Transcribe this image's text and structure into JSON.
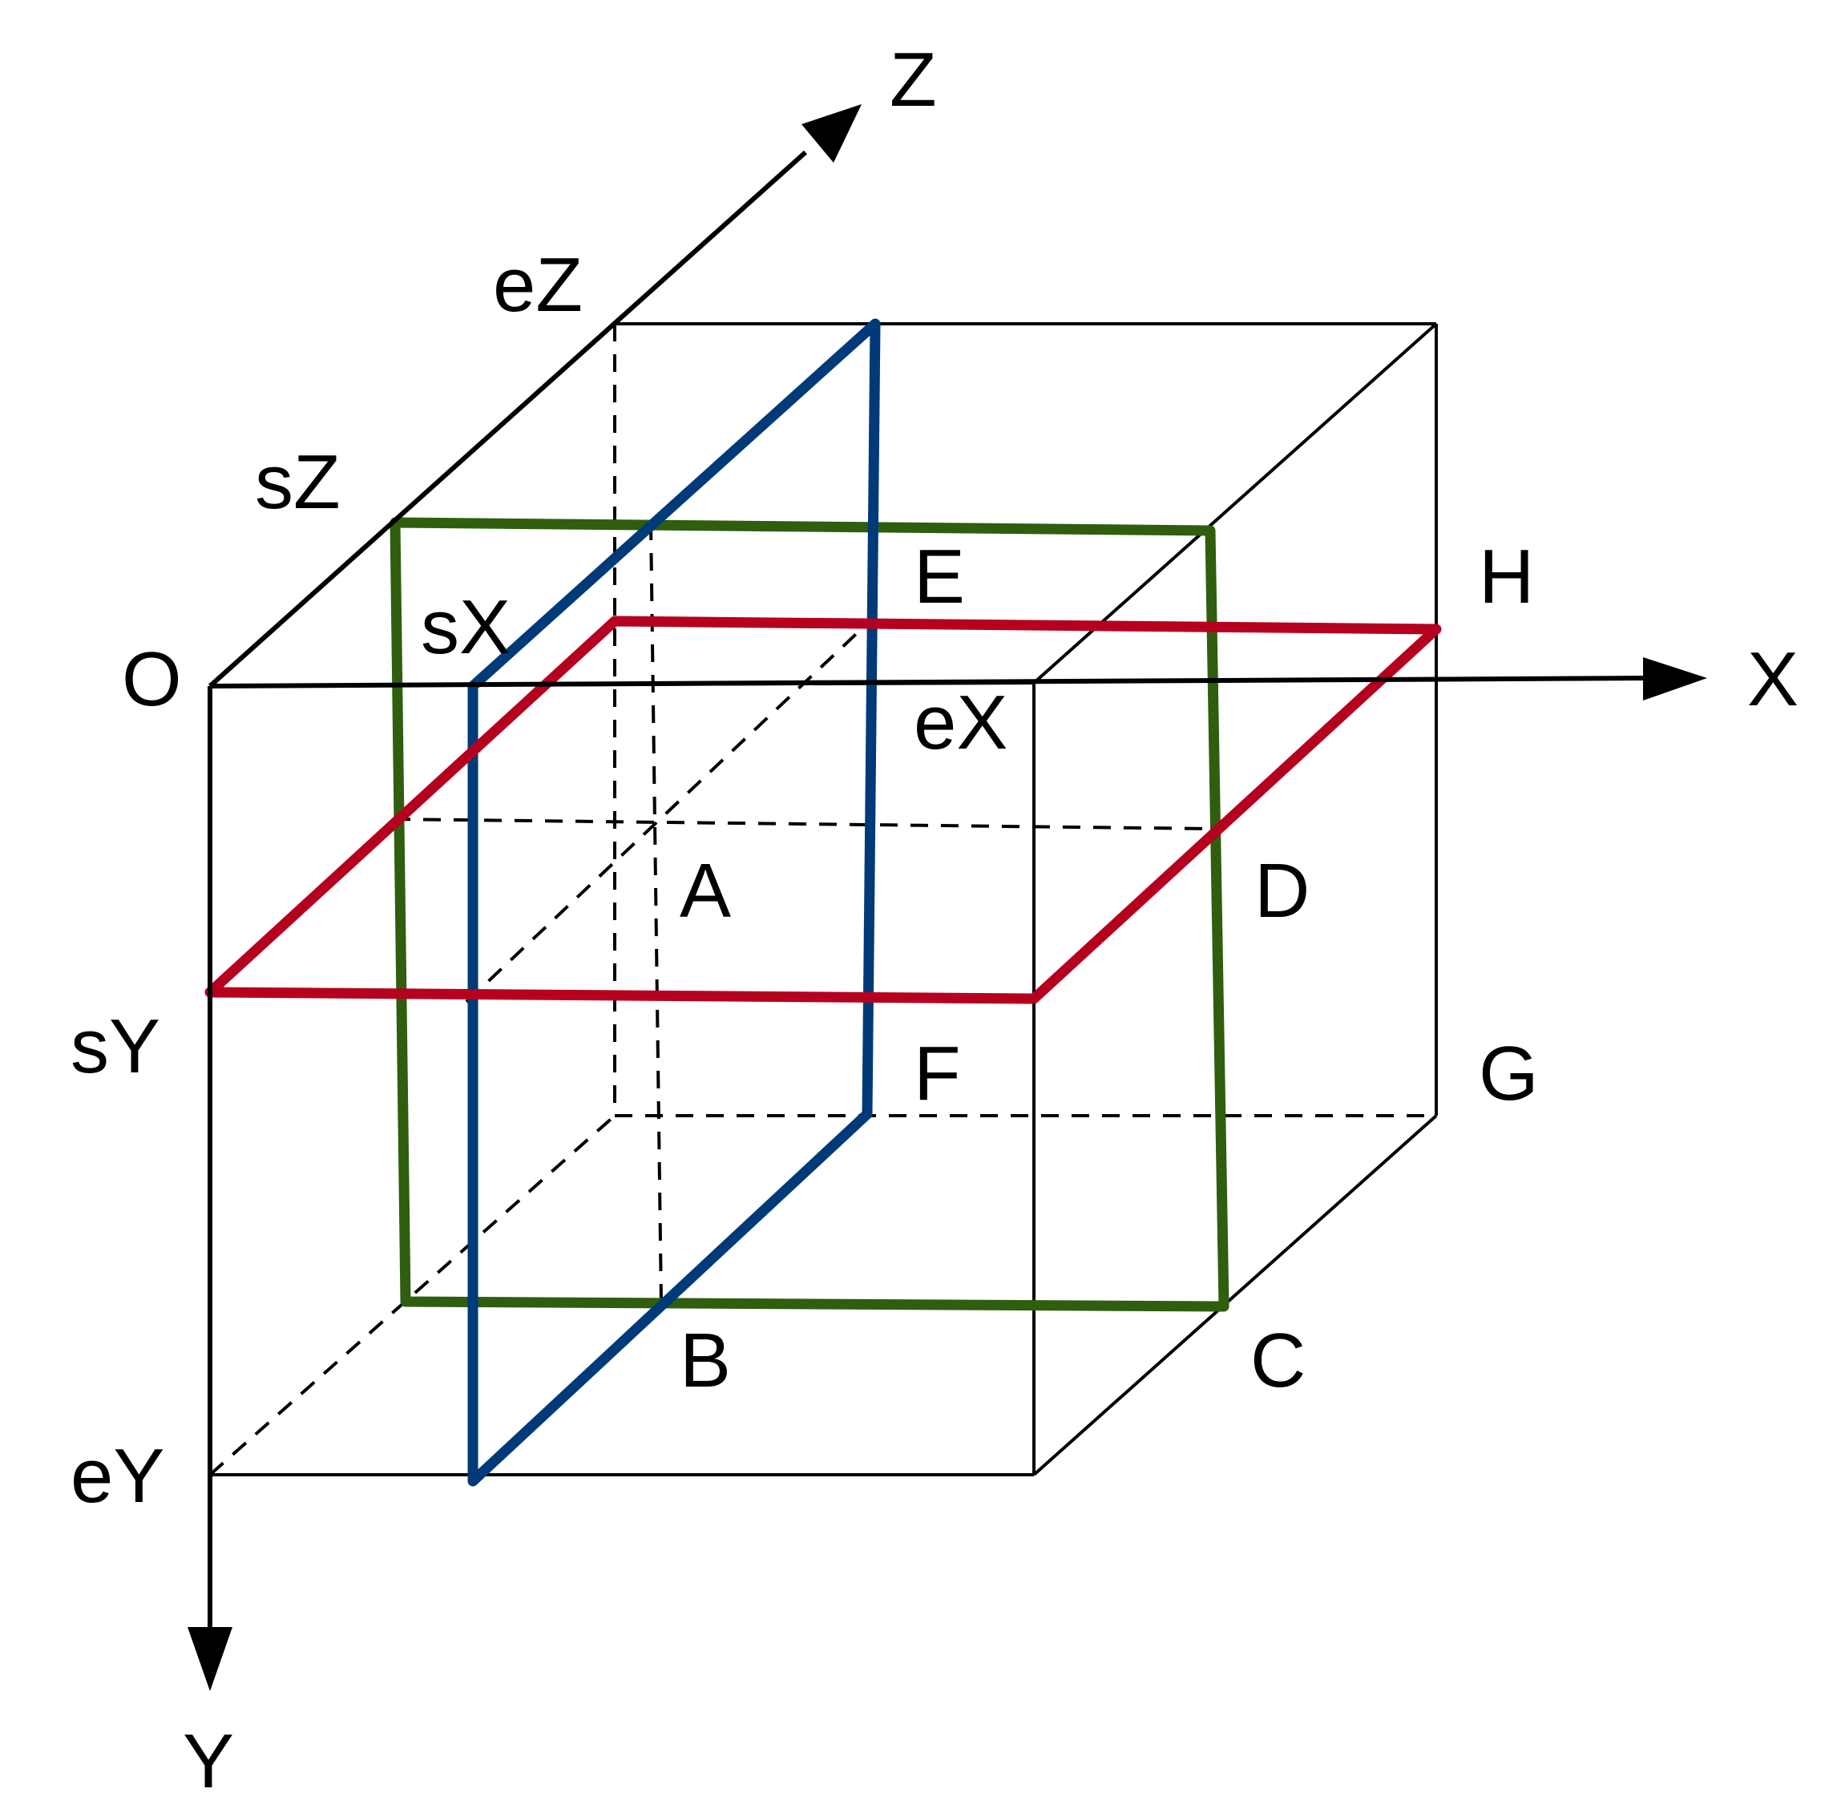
{
  "diagram": {
    "colors": {
      "box": "#000000",
      "plane_xz": "#B5001F",
      "plane_yz": "#003A78",
      "plane_xy": "#2E5E0E"
    },
    "axes": {
      "x": "X",
      "y": "Y",
      "z": "Z",
      "origin": "O"
    },
    "ticks": {
      "sx": "sX",
      "ex": "eX",
      "sy": "sY",
      "ey": "eY",
      "sz": "sZ",
      "ez": "eZ"
    },
    "points": {
      "a": "A",
      "b": "B",
      "c": "C",
      "d": "D",
      "e": "E",
      "f": "F",
      "g": "G",
      "h": "H"
    }
  }
}
